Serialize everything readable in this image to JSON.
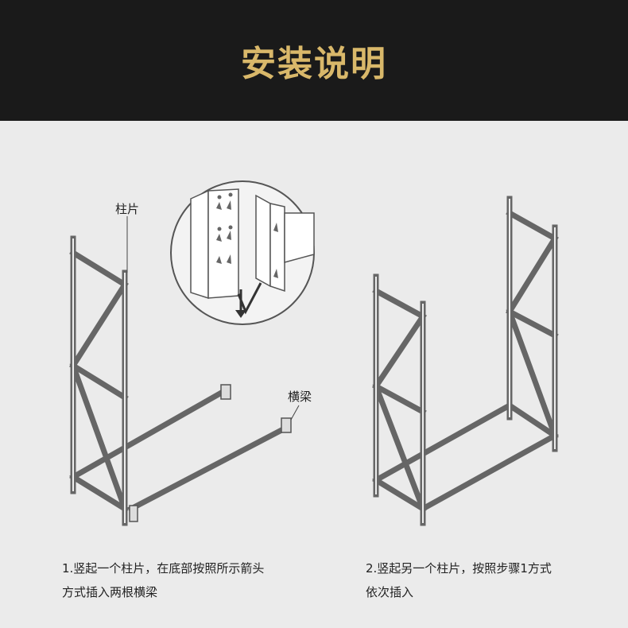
{
  "page": {
    "title": "安装说明"
  },
  "step1": {
    "label_post": "柱片",
    "label_beam": "横梁",
    "caption_line1": "1.竖起一个柱片，在底部按照所示箭头",
    "caption_line2": "方式插入两根横梁"
  },
  "step2": {
    "caption_line1": "2.竖起另一个柱片，按照步骤1方式",
    "caption_line2": "依次插入"
  },
  "colors": {
    "header_bg": "#1a1a1a",
    "title_gold": "#d9b86a",
    "panel_bg": "#ebebeb",
    "frame_stroke": "#666666"
  }
}
